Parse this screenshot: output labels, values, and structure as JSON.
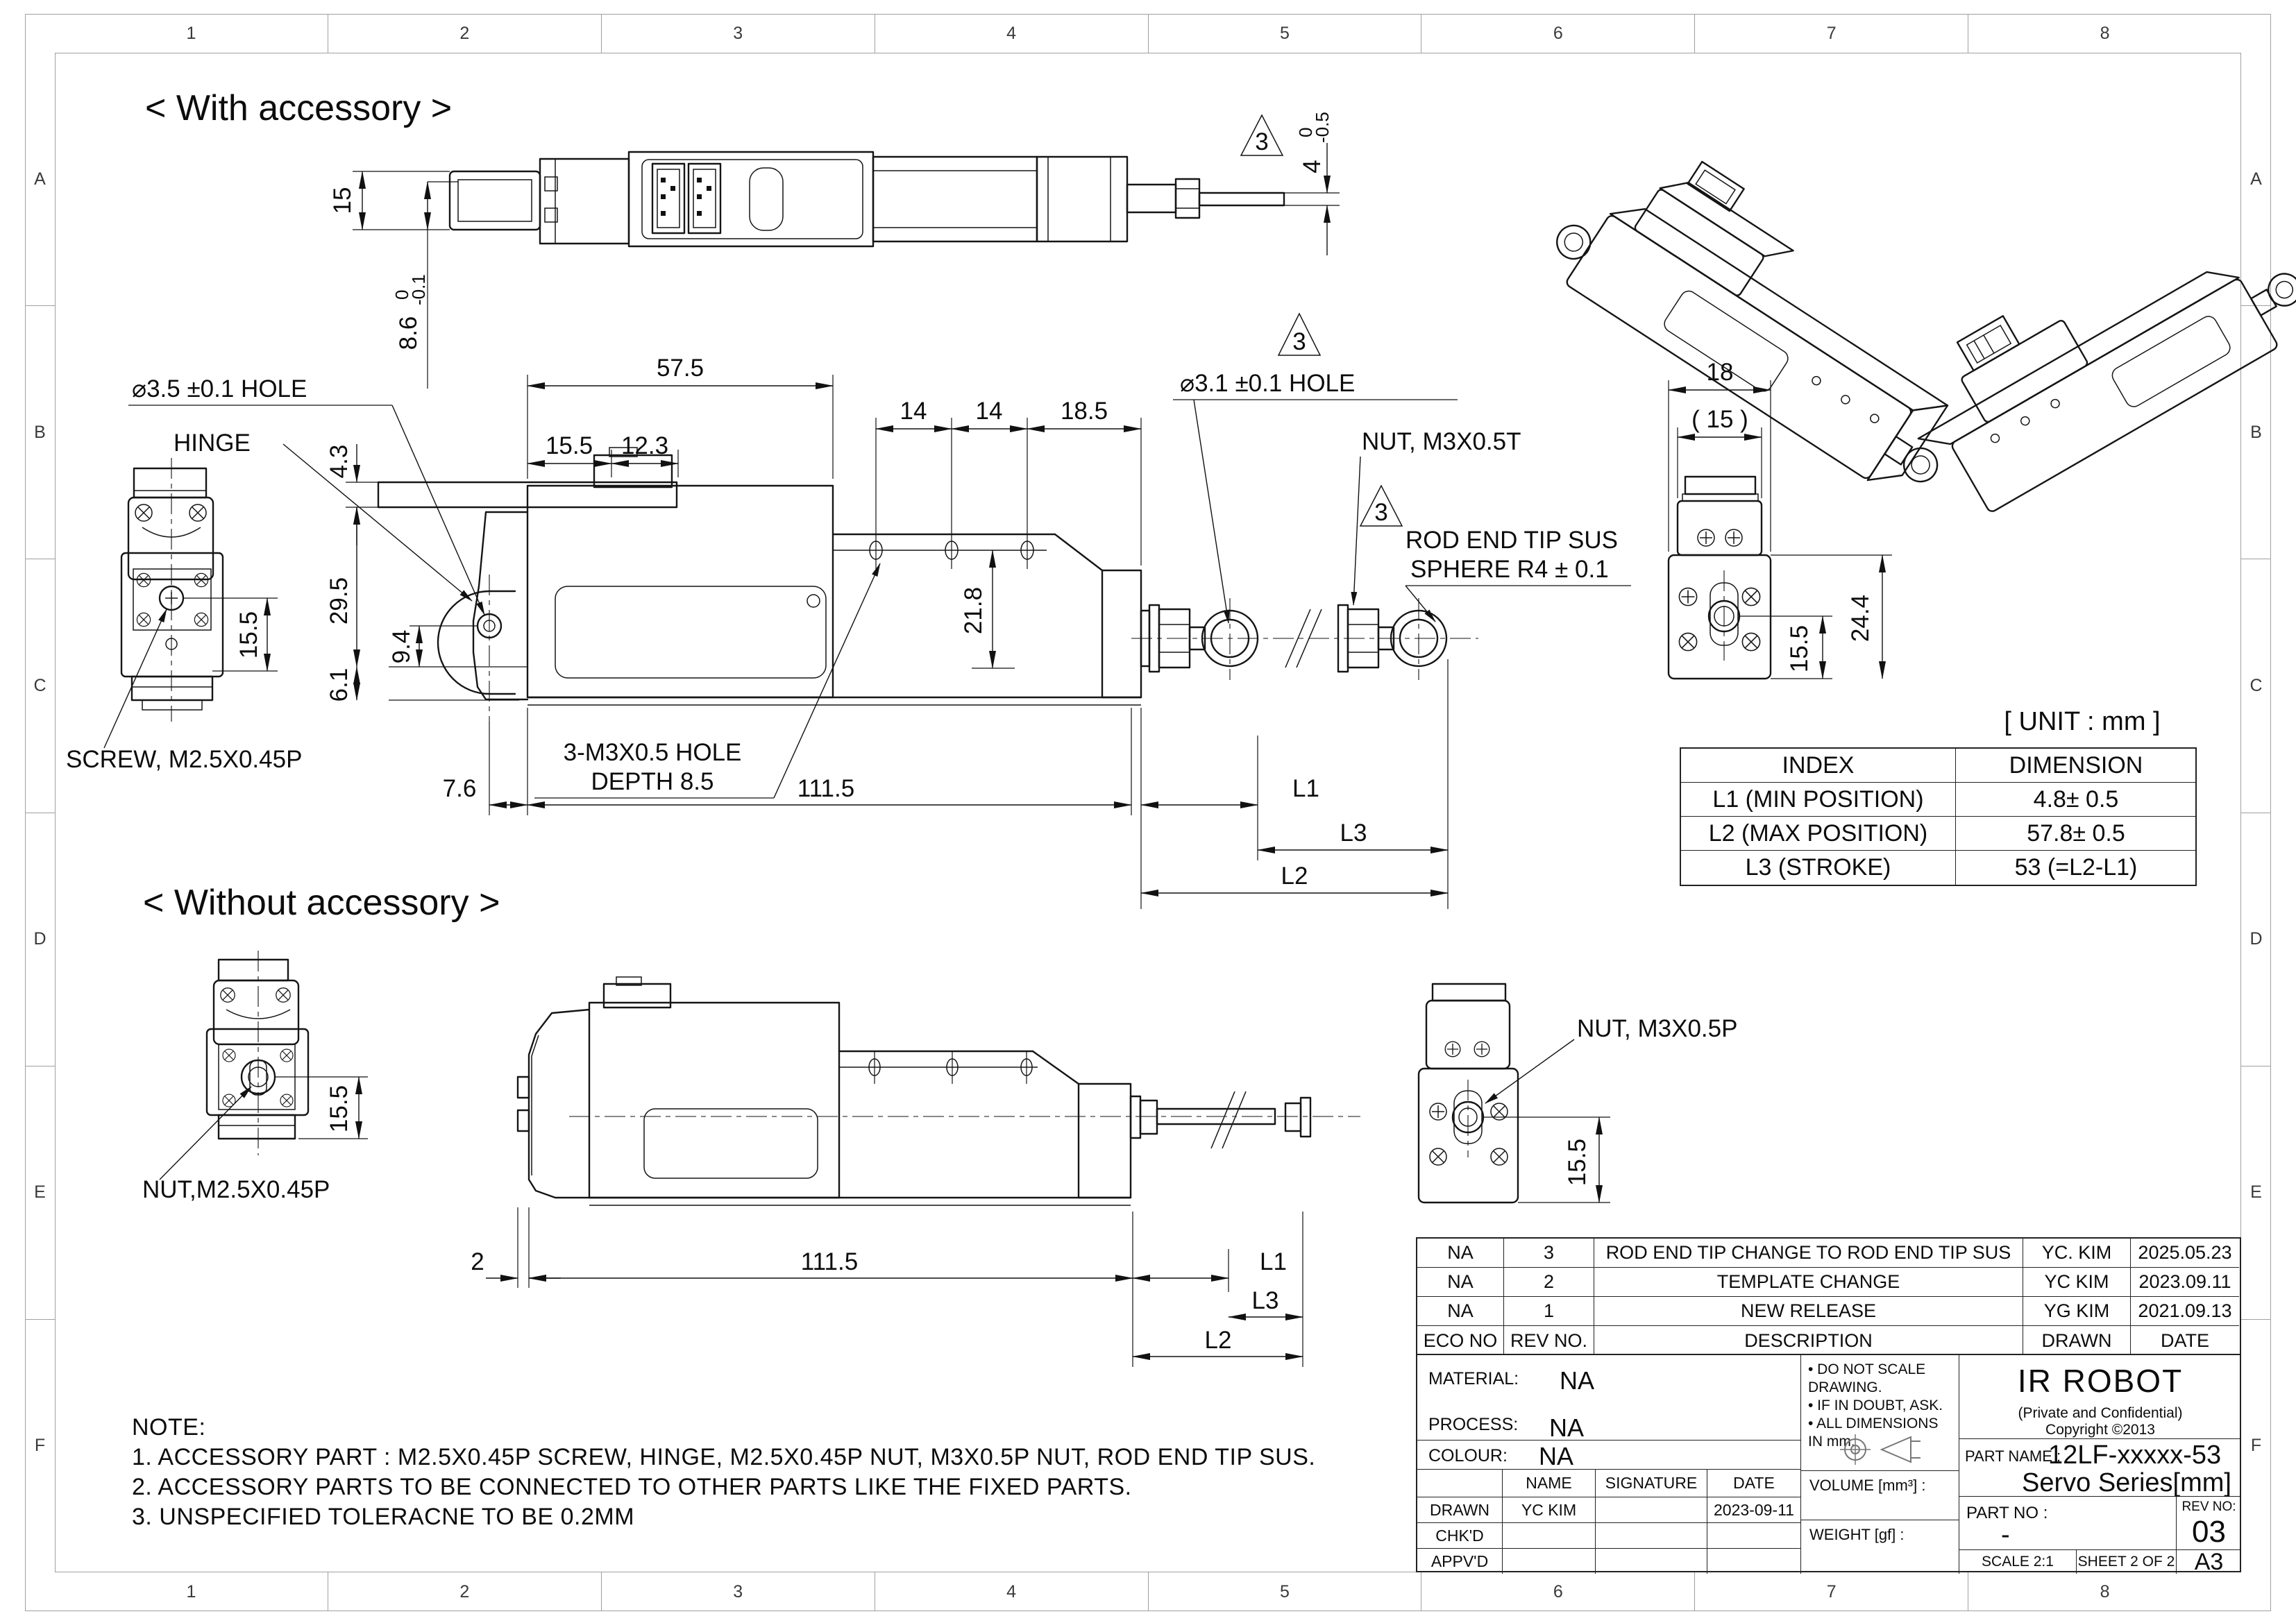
{
  "frame": {
    "cols": [
      "1",
      "2",
      "3",
      "4",
      "5",
      "6",
      "7",
      "8"
    ],
    "rows": [
      "A",
      "B",
      "C",
      "D",
      "E",
      "F"
    ]
  },
  "titles": {
    "with": "< With accessory >",
    "without": "< Without accessory >",
    "unit": "[ UNIT : mm ]",
    "note_title": "NOTE:"
  },
  "notes": [
    "1. ACCESSORY PART :  M2.5X0.45P SCREW, HINGE, M2.5X0.45P NUT, M3X0.5P NUT, ROD END TIP SUS.",
    "2. ACCESSORY PARTS TO BE CONNECTED TO OTHER PARTS LIKE THE  FIXED PARTS.",
    "3. UNSPECIFIED TOLERACNE TO BE 0.2MM"
  ],
  "labels": {
    "screw": "SCREW, M2.5X0.45P",
    "hinge": "HINGE",
    "hole35": "⌀3.5 ±0.1 HOLE",
    "hole31": "⌀3.1 ±0.1 HOLE",
    "nut_m3t": "NUT, M3X0.5T",
    "rod_tip1": "ROD END TIP SUS",
    "rod_tip2": "SPHERE R4 ± 0.1",
    "m3hole1": "3-M3X0.5 HOLE",
    "m3hole2": "DEPTH 8.5",
    "nut_m25": "NUT,M2.5X0.45P",
    "nut_m3p": "NUT, M3X0.5P",
    "flag": "3"
  },
  "dims": {
    "d15": "15",
    "d86": "8.6",
    "tol_0": "0",
    "tol_m01": "-0.1",
    "d4": "4",
    "tol_m05": "-0.5",
    "d575": "57.5",
    "d155": "15.5",
    "d123": "12.3",
    "d14": "14",
    "d185": "18.5",
    "d43": "4.3",
    "d295": "29.5",
    "d94": "9.4",
    "d61": "6.1",
    "d218": "21.8",
    "d76": "7.6",
    "d1115": "111.5",
    "L1": "L1",
    "L2": "L2",
    "L3": "L3",
    "d18": "18",
    "d15p": "( 15 )",
    "d244": "24.4",
    "d2": "2"
  },
  "index_table": {
    "headers": [
      "INDEX",
      "DIMENSION"
    ],
    "rows": [
      [
        "L1 (MIN POSITION)",
        "4.8± 0.5"
      ],
      [
        "L2 (MAX POSITION)",
        "57.8± 0.5"
      ],
      [
        "L3 (STROKE)",
        "53 (=L2-L1)"
      ]
    ]
  },
  "revision_table": {
    "headers": [
      "ECO NO",
      "REV NO.",
      "DESCRIPTION",
      "DRAWN",
      "DATE"
    ],
    "rows": [
      [
        "NA",
        "3",
        "ROD END TIP CHANGE TO ROD END TIP SUS",
        "YC. KIM",
        "2025.05.23"
      ],
      [
        "NA",
        "2",
        "TEMPLATE CHANGE",
        "YC KIM",
        "2023.09.11"
      ],
      [
        "NA",
        "1",
        "NEW RELEASE",
        "YG KIM",
        "2021.09.13"
      ]
    ]
  },
  "title_block": {
    "material_label": "MATERIAL:",
    "material": "NA",
    "process_label": "PROCESS:",
    "process": "NA",
    "colour_label": "COLOUR:",
    "colour": "NA",
    "sign_headers": [
      "NAME",
      "SIGNATURE",
      "DATE"
    ],
    "drawn_label": "DRAWN",
    "drawn_name": "YC KIM",
    "drawn_date": "2023-09-11",
    "chkd_label": "CHK'D",
    "appvd_label": "APPV'D",
    "tb_notes": [
      "• DO NOT SCALE DRAWING.",
      "• IF IN DOUBT, ASK.",
      "• ALL DIMENSIONS IN mm."
    ],
    "volume_label": "VOLUME [mm³] :",
    "weight_label": "WEIGHT [gf] :",
    "company": "IR ROBOT",
    "private": "(Private and Confidential)",
    "copyright": "Copyright ©2013",
    "part_name_label": "PART NAME :",
    "part_name": "12LF-xxxxx-53",
    "part_series": "Servo Series[mm]",
    "part_no_label": "PART NO :",
    "part_no": "-",
    "rev_label": "REV NO:",
    "rev_no": "03",
    "scale": "SCALE  2:1",
    "sheet": "SHEET 2 OF 2",
    "paper": "A3"
  }
}
